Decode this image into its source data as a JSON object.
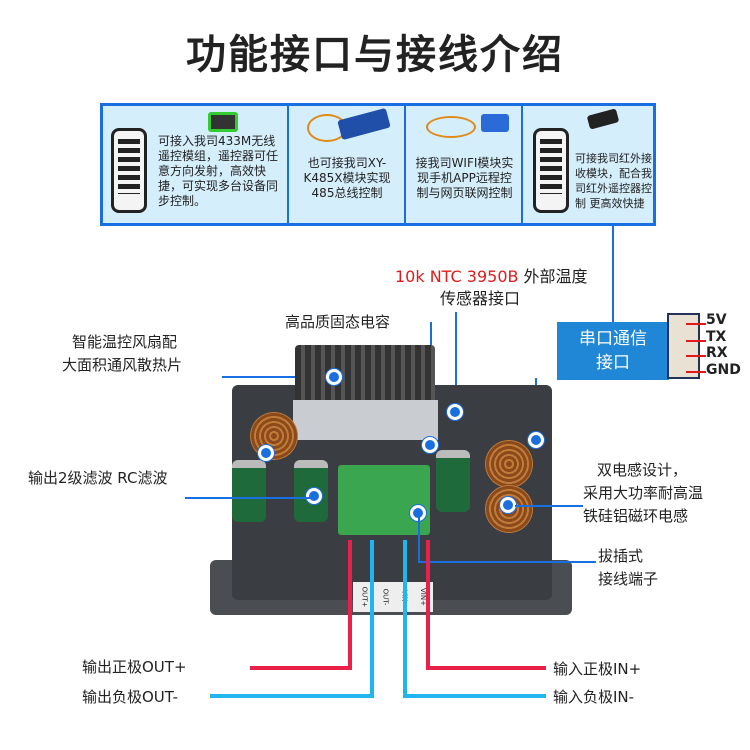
{
  "title": "功能接口与接线介绍",
  "modules": [
    {
      "text": "可接入我司433M无线遥控模组，遥控器可任意方向发射，高效快捷，可实现多台设备同步控制。"
    },
    {
      "text": "也可接我司XY-K485X模块实现485总线控制"
    },
    {
      "text": "接我司WIFI模块实现手机APP远程控制与网页联网控制"
    },
    {
      "text": "可接我司红外接收模块，配合我司红外遥控器控制 更高效快捷"
    }
  ],
  "labels": {
    "ntc_red": "10k NTC 3950B",
    "ntc_rest": " 外部温度",
    "ntc_line2": "传感器接口",
    "capacitor": "高品质固态电容",
    "fan_line1": "智能温控风扇配",
    "fan_line2": "大面积通风散热片",
    "filter": "输出2级滤波 RC滤波",
    "inductor_line1": "双电感设计，",
    "inductor_line2": "采用大功率耐高温",
    "inductor_line3": "铁硅铝磁环电感",
    "terminal_line1": "拔插式",
    "terminal_line2": "接线端子",
    "serial_line1": "串口通信",
    "serial_line2": "接口"
  },
  "pins": [
    "5V",
    "TX",
    "RX",
    "GND"
  ],
  "terminal_labels": [
    "OUT+",
    "OUT-",
    "VIN-",
    "VIN+"
  ],
  "io": {
    "out_pos": "输出正极OUT+",
    "out_neg": "输出负极OUT-",
    "in_pos": "输入正极IN+",
    "in_neg": "输入负极IN-"
  },
  "colors": {
    "accent": "#1a6fe0",
    "red": "#e8204a",
    "blue": "#1fb5ef"
  }
}
